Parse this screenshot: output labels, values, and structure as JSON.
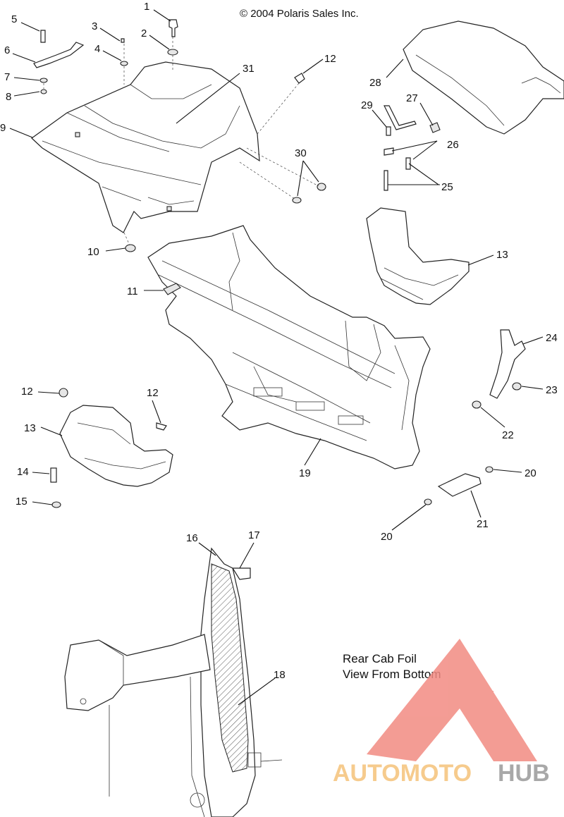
{
  "copyright": "© 2004 Polaris Sales Inc.",
  "note_lines": [
    "Rear Cab Foil",
    "View From Bottom"
  ],
  "watermark": {
    "text_left": "AUTOMOTO",
    "text_right": "HUB",
    "colors": {
      "triangle": "#f28b82",
      "left": "#f5c27a",
      "right": "#9a9a9a"
    }
  },
  "callouts": [
    "1",
    "2",
    "3",
    "4",
    "5",
    "6",
    "7",
    "8",
    "9",
    "31",
    "12",
    "30",
    "28",
    "29",
    "27",
    "26",
    "25",
    "13",
    "10",
    "11",
    "12",
    "12",
    "13",
    "14",
    "15",
    "24",
    "23",
    "22",
    "19",
    "20",
    "20",
    "21",
    "16",
    "17",
    "18"
  ]
}
